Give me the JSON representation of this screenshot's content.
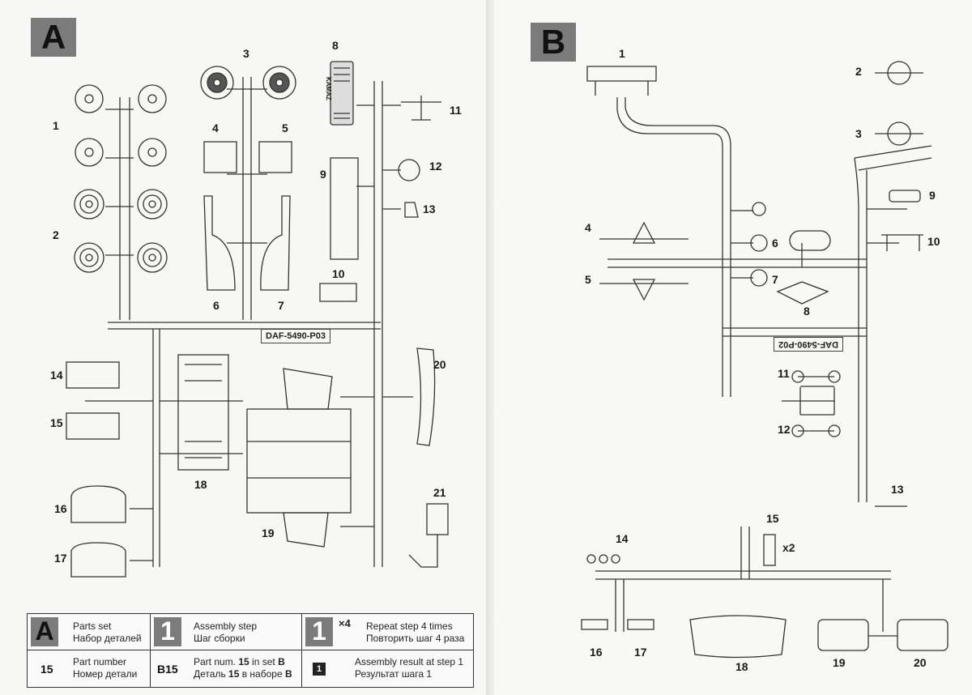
{
  "set_a": {
    "badge": "A",
    "sprue_code": "DAF-5490-P03",
    "part_labels": [
      "1",
      "2",
      "3",
      "4",
      "5",
      "6",
      "7",
      "8",
      "9",
      "10",
      "11",
      "12",
      "13",
      "14",
      "15",
      "16",
      "17",
      "18",
      "19",
      "20",
      "21"
    ],
    "grille_text": "KAMAZ"
  },
  "set_b": {
    "badge": "B",
    "sprue_code": "DAF-5490-P02",
    "part_labels": [
      "1",
      "2",
      "3",
      "4",
      "5",
      "6",
      "7",
      "8",
      "9",
      "10",
      "11",
      "12",
      "13",
      "14",
      "15",
      "16",
      "17",
      "18",
      "19",
      "20"
    ],
    "multiplier": "x2"
  },
  "legend": {
    "parts_set": {
      "icon": "A",
      "en": "Parts set",
      "ru": "Набор деталей"
    },
    "assembly_step": {
      "icon": "1",
      "en": "Assembly step",
      "ru": "Шаг сборки"
    },
    "repeat_step": {
      "icon": "1",
      "badge": "×4",
      "en": "Repeat step 4 times",
      "ru": "Повторить шаг 4 раза"
    },
    "part_number": {
      "code": "15",
      "en": "Part number",
      "ru": "Номер детали"
    },
    "part_in_set": {
      "code": "B15",
      "en_prefix": "Part num. ",
      "en_num": "15",
      "en_mid": " in set ",
      "en_set": "B",
      "ru_prefix": "Деталь ",
      "ru_num": "15",
      "ru_mid": " в наборе ",
      "ru_set": "B"
    },
    "assembly_result": {
      "icon": "1",
      "en": "Assembly result at step 1",
      "ru": "Результат шага 1"
    }
  },
  "colors": {
    "badge": "#7b7b7b",
    "line": "#333333",
    "paper": "#f7f7f5"
  }
}
